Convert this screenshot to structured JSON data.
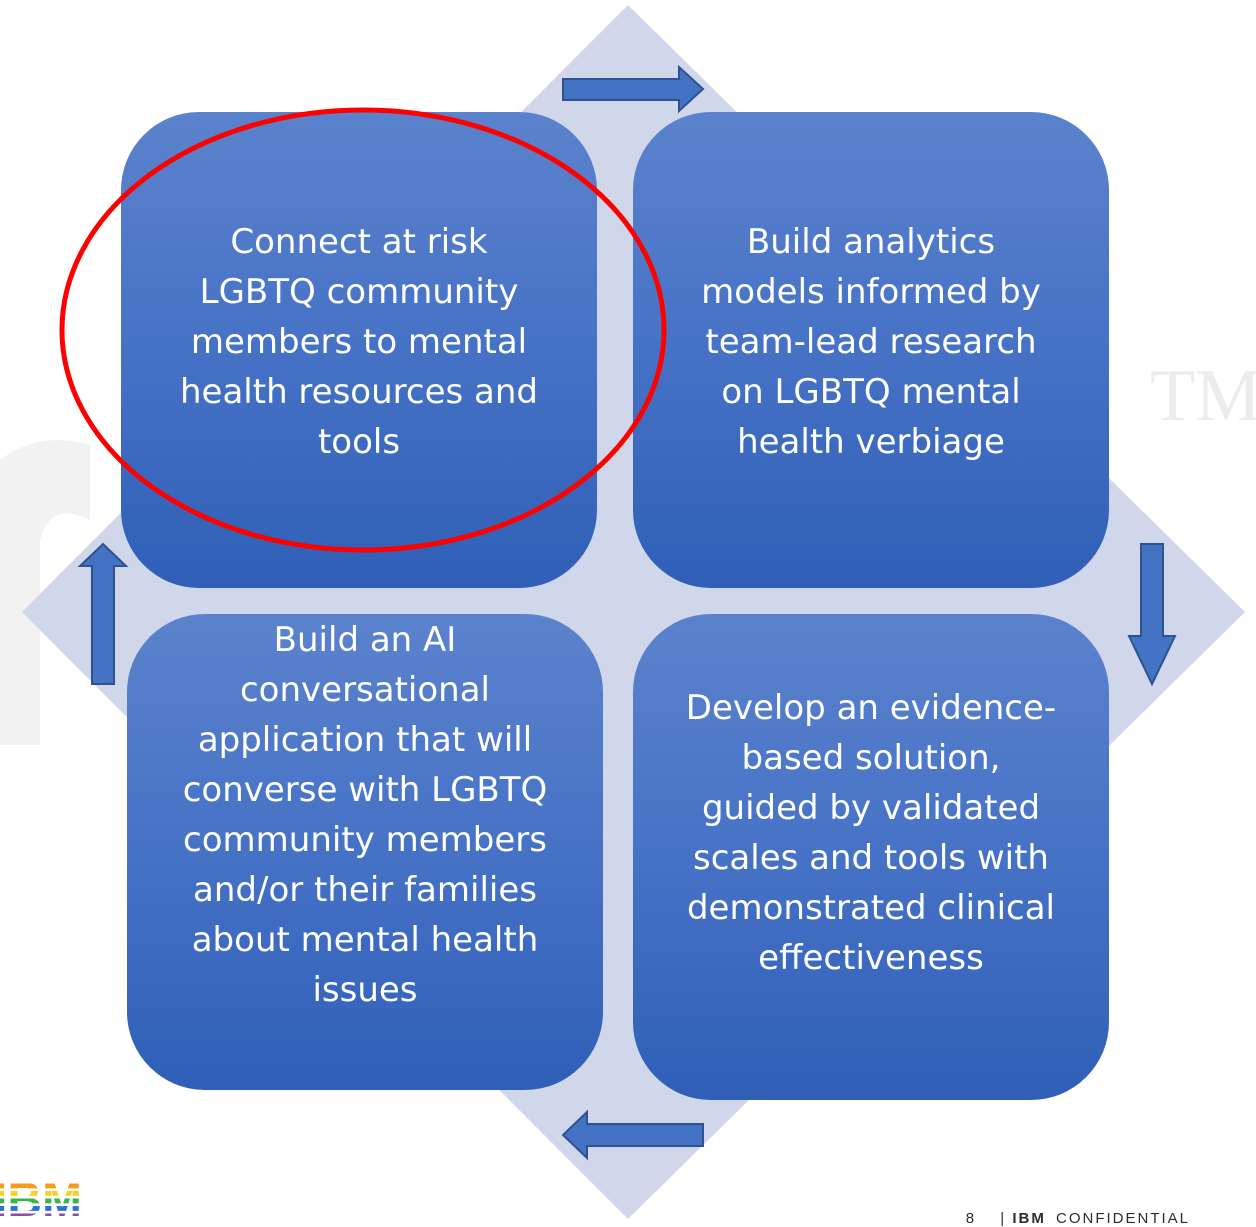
{
  "diagram": {
    "boxes": [
      {
        "text": "Connect at risk\nLGBTQ community\nmembers to mental\nhealth resources and\ntools"
      },
      {
        "text": "Build analytics\nmodels informed by\nteam-lead research\non LGBTQ mental\nhealth verbiage"
      },
      {
        "text": "Build an AI\nconversational\napplication that will\nconverse with LGBTQ\ncommunity members\nand/or their families\nabout mental health\nissues"
      },
      {
        "text": "Develop an evidence-\nbased solution,\nguided by validated\nscales and tools with\ndemonstrated clinical\neffectiveness"
      }
    ],
    "highlight_color": "#ff0000",
    "box_color": "#4472c4",
    "background_diamond_color": "#d0d7ea"
  },
  "watermark": {
    "text": "TM"
  },
  "logo": {
    "text": "IBM",
    "colors": [
      "#e8312f",
      "#f59b1e",
      "#fbd022",
      "#3ab54a",
      "#2a73d0",
      "#8b4bb5"
    ]
  },
  "footer": {
    "page_number": "8",
    "separator": "|",
    "brand": "IBM",
    "label": "CONFIDENTIAL"
  }
}
